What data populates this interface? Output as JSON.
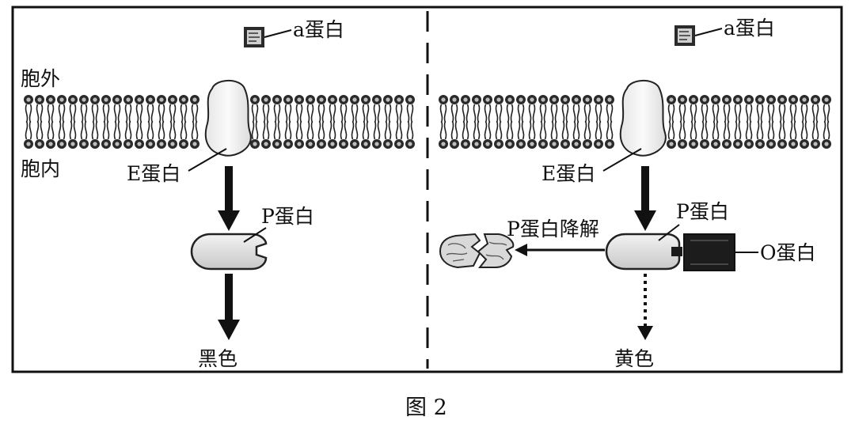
{
  "left_panel": {
    "a_protein": "a蛋白",
    "outside": "胞外",
    "inside": "胞内",
    "e_protein": "E蛋白",
    "p_protein": "P蛋白",
    "result": "黑色"
  },
  "right_panel": {
    "a_protein": "a蛋白",
    "e_protein": "E蛋白",
    "p_protein": "P蛋白",
    "p_degradation": "P蛋白降解",
    "o_protein": "O蛋白",
    "result": "黄色"
  },
  "caption": "图 2"
}
